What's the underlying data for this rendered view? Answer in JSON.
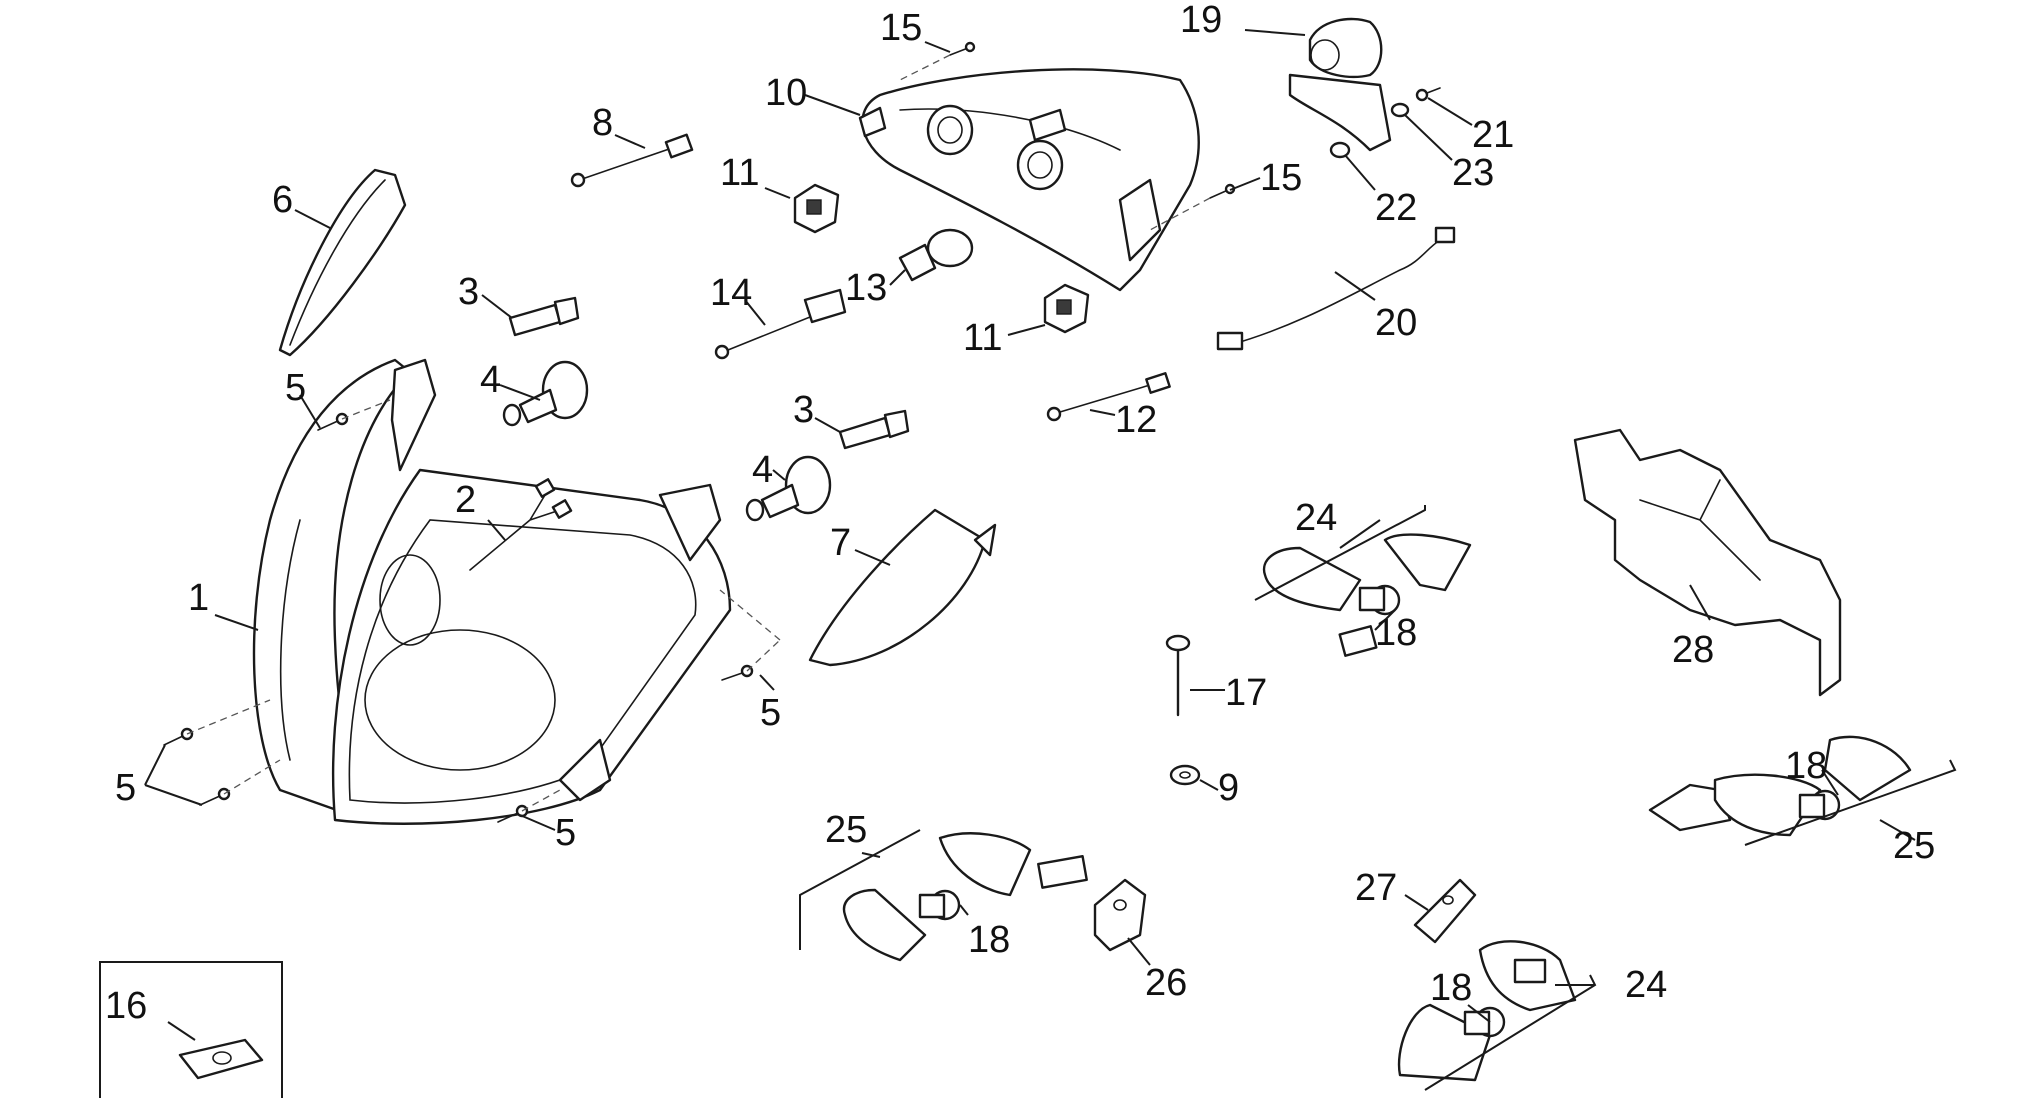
{
  "callouts": {
    "c1": "1",
    "c2": "2",
    "c3a": "3",
    "c3b": "3",
    "c4a": "4",
    "c4b": "4",
    "c5a": "5",
    "c5b": "5",
    "c5c": "5",
    "c5d": "5",
    "c6": "6",
    "c7": "7",
    "c8": "8",
    "c9": "9",
    "c10": "10",
    "c11a": "11",
    "c11b": "11",
    "c12": "12",
    "c13": "13",
    "c14": "14",
    "c15a": "15",
    "c15b": "15",
    "c16": "16",
    "c17": "17",
    "c18a": "18",
    "c18b": "18",
    "c18c": "18",
    "c18d": "18",
    "c19": "19",
    "c20": "20",
    "c21": "21",
    "c22": "22",
    "c23": "23",
    "c24a": "24",
    "c24b": "24",
    "c25a": "25",
    "c25b": "25",
    "c26": "26",
    "c27": "27",
    "c28": "28"
  },
  "colors": {
    "line": "#1a1a1a",
    "background": "#ffffff"
  }
}
